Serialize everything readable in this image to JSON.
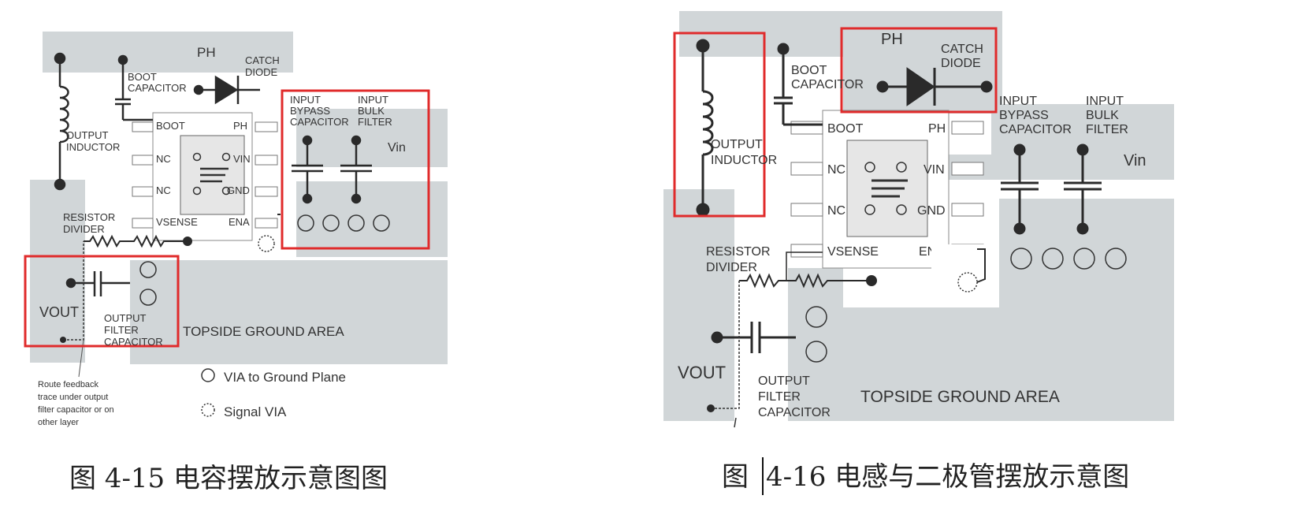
{
  "colors": {
    "copper": "#d1d6d8",
    "highlight": "#e02b2b",
    "ink": "#2a2a2a",
    "text": "#333333"
  },
  "left": {
    "labels": {
      "ph": "PH",
      "catch": "CATCH",
      "diode": "DIODE",
      "boot_cap_1": "BOOT",
      "boot_cap_2": "CAPACITOR",
      "output_1": "OUTPUT",
      "inductor": "INDUCTOR",
      "pin_boot": "BOOT",
      "pin_ph": "PH",
      "pin_nc1": "NC",
      "pin_vin": "VIN",
      "pin_nc2": "NC",
      "pin_gnd": "GND",
      "pin_vsense": "VSENSE",
      "pin_ena": "ENA",
      "input_1": "INPUT",
      "bypass": "BYPASS",
      "capacitor_1": "CAPACITOR",
      "input_2": "INPUT",
      "bulk": "BULK",
      "filter_1": "FILTER",
      "vin": "Vin",
      "resistor": "RESISTOR",
      "divider": "DIVIDER",
      "vout": "VOUT",
      "output_2": "OUTPUT",
      "filter_2": "FILTER",
      "capacitor_2": "CAPACITOR",
      "ground": "TOPSIDE GROUND AREA",
      "route_1": "Route feedback",
      "route_2": "trace under output",
      "route_3": "filter capacitor or on",
      "route_4": "other layer",
      "legend_via": "VIA to Ground Plane",
      "legend_signal": "Signal VIA"
    },
    "caption": "图 4-15 电容摆放示意图图"
  },
  "right": {
    "labels": {
      "ph": "PH",
      "catch": "CATCH",
      "diode": "DIODE",
      "boot_cap_1": "BOOT",
      "boot_cap_2": "CAPACITOR",
      "output_1": "OUTPUT",
      "inductor": "INDUCTOR",
      "pin_boot": "BOOT",
      "pin_ph": "PH",
      "pin_nc1": "NC",
      "pin_vin": "VIN",
      "pin_nc2": "NC",
      "pin_gnd": "GND",
      "pin_vsense": "VSENSE",
      "pin_ena": "ENA",
      "input_1": "INPUT",
      "bypass": "BYPASS",
      "capacitor_1": "CAPACITOR",
      "input_2": "INPUT",
      "bulk": "BULK",
      "filter_1": "FILTER",
      "vin": "Vin",
      "resistor": "RESISTOR",
      "divider": "DIVIDER",
      "vout": "VOUT",
      "output_2": "OUTPUT",
      "filter_2": "FILTER",
      "capacitor_2": "CAPACITOR",
      "ground": "TOPSIDE GROUND AREA"
    },
    "caption_a": "图",
    "caption_b": "4-16 电感与二极管摆放示意图"
  }
}
